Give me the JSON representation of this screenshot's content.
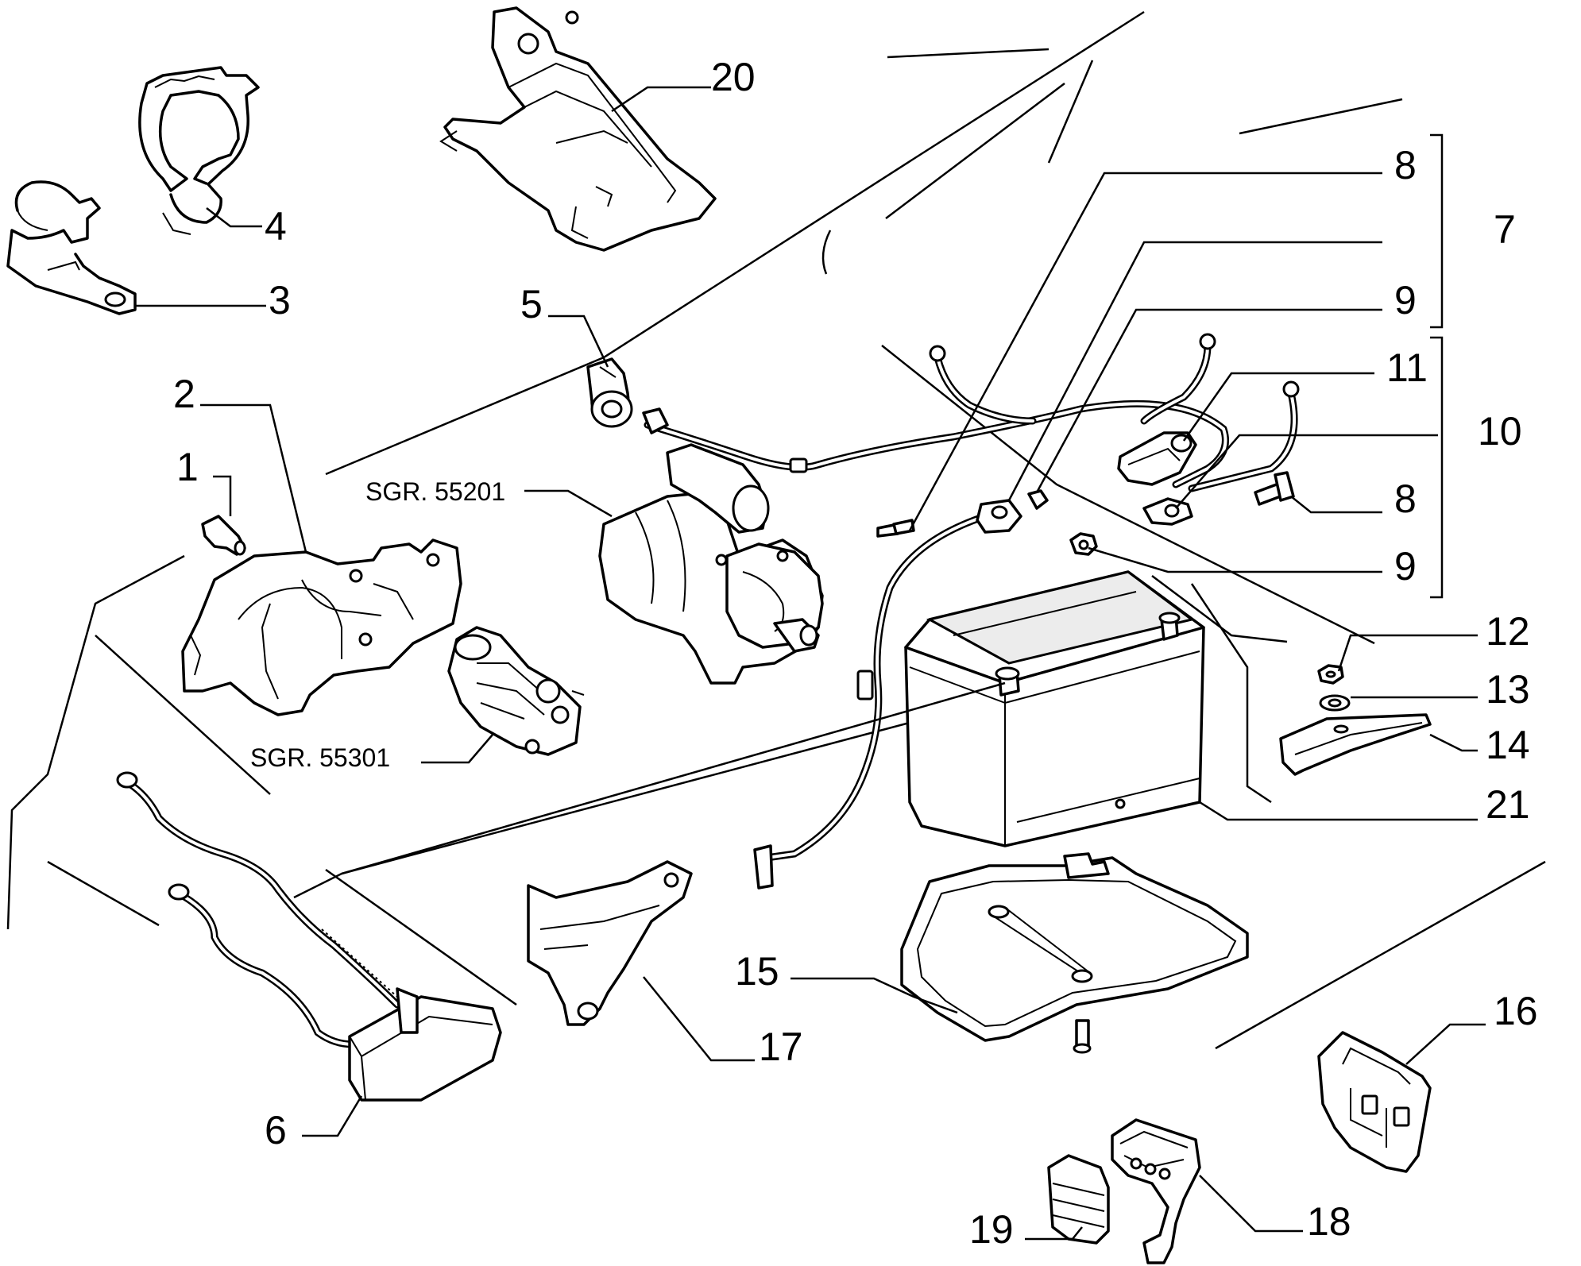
{
  "diagram": {
    "callouts": [
      {
        "id": "c1",
        "text": "1"
      },
      {
        "id": "c2",
        "text": "2"
      },
      {
        "id": "c3",
        "text": "3"
      },
      {
        "id": "c4",
        "text": "4"
      },
      {
        "id": "c5",
        "text": "5"
      },
      {
        "id": "c6",
        "text": "6"
      },
      {
        "id": "c7",
        "text": "7"
      },
      {
        "id": "c8a",
        "text": "8"
      },
      {
        "id": "c8b",
        "text": "8"
      },
      {
        "id": "c9a",
        "text": "9"
      },
      {
        "id": "c9b",
        "text": "9"
      },
      {
        "id": "c10",
        "text": "10"
      },
      {
        "id": "c11",
        "text": "11"
      },
      {
        "id": "c12",
        "text": "12"
      },
      {
        "id": "c13",
        "text": "13"
      },
      {
        "id": "c14",
        "text": "14"
      },
      {
        "id": "c15",
        "text": "15"
      },
      {
        "id": "c16",
        "text": "16"
      },
      {
        "id": "c17",
        "text": "17"
      },
      {
        "id": "c18",
        "text": "18"
      },
      {
        "id": "c19",
        "text": "19"
      },
      {
        "id": "c20",
        "text": "20"
      },
      {
        "id": "c21",
        "text": "21"
      }
    ],
    "references": {
      "starter": "SGR. 55201",
      "alternator": "SGR. 55301"
    }
  }
}
